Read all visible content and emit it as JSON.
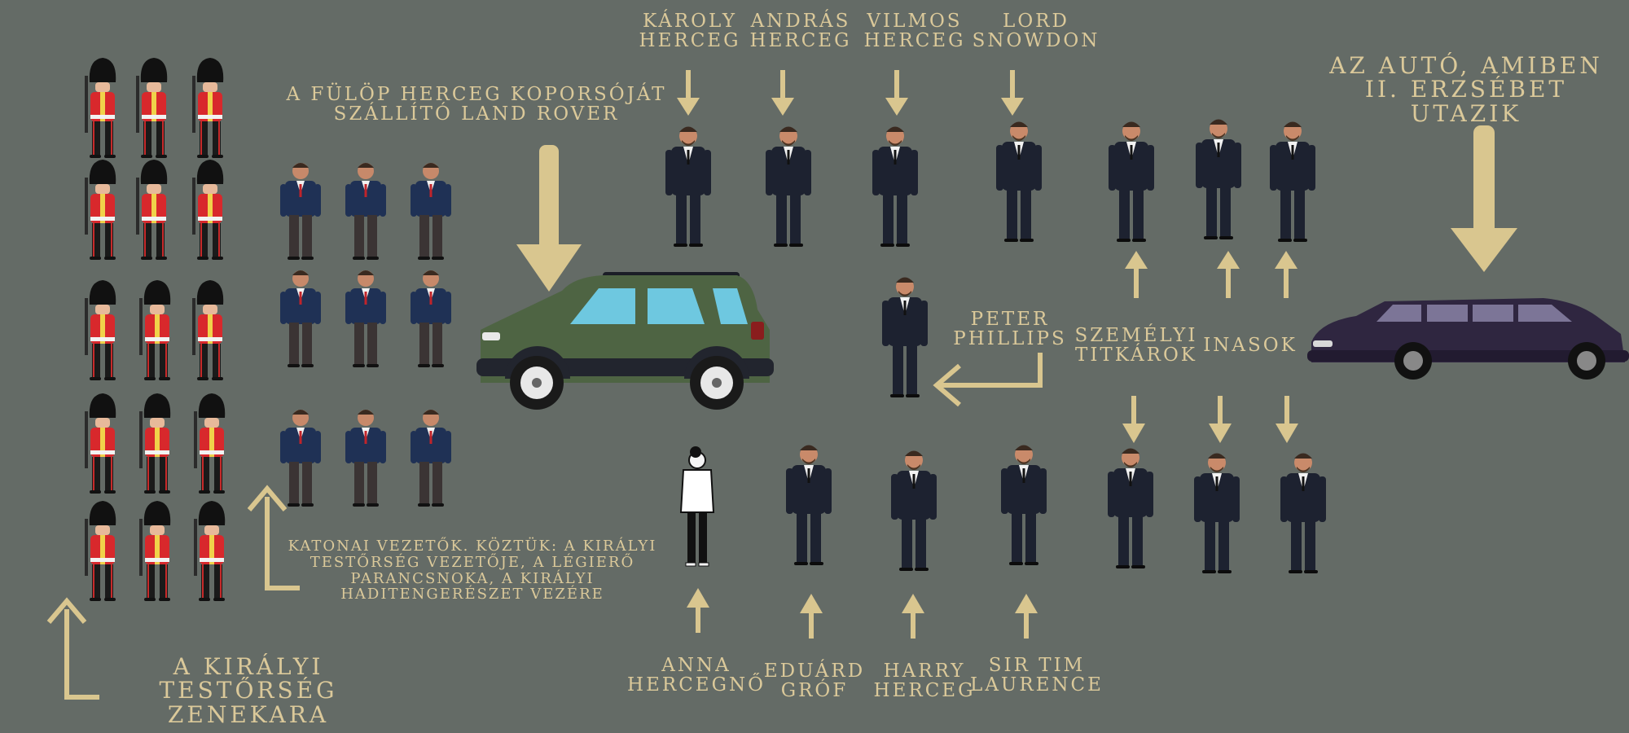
{
  "colors": {
    "background": "#646b66",
    "label": "#dbc99a",
    "arrow": "#d9c68f",
    "suit": "#1d2230",
    "blazer": "#1f3155",
    "guard_tunic": "#d8282c",
    "bearskin": "#111111",
    "land_rover": "#4e6443",
    "limousine": "#2f2640"
  },
  "labels": {
    "land_rover": "A FÜLÖP HERCEG KOPORSÓJÁT\nSZÁLLÍTÓ LAND ROVER",
    "queen_car": "AZ AUTÓ, AMIBEN\nII. ERZSÉBET UTAZIK",
    "band": "A KIRÁLYI TESTŐRSÉG\nZENEKARA",
    "military": "KATONAI VEZETŐK. KÖZTÜK: A KIRÁLYI\nTESTŐRSÉG VEZETŐJE, A LÉGIERŐ\nPARANCSNOKA, A KIRÁLYI\nHADITENGERÉSZET VEZÉRE",
    "charles": "KÁROLY\nHERCEG",
    "andrew": "ANDRÁS\nHERCEG",
    "william": "VILMOS\nHERCEG",
    "snowdon": "LORD\nSNOWDON",
    "peter": "PETER\nPHILLIPS",
    "secretaries": "SZEMÉLYI\nTITKÁROK",
    "servants": "INASOK",
    "anne": "ANNA\nHERCEGNŐ",
    "edward": "EDUÁRD\nGRÓF",
    "harry": "HARRY\nHERCEG",
    "laurence": "SIR TIM\nLAURENCE"
  }
}
